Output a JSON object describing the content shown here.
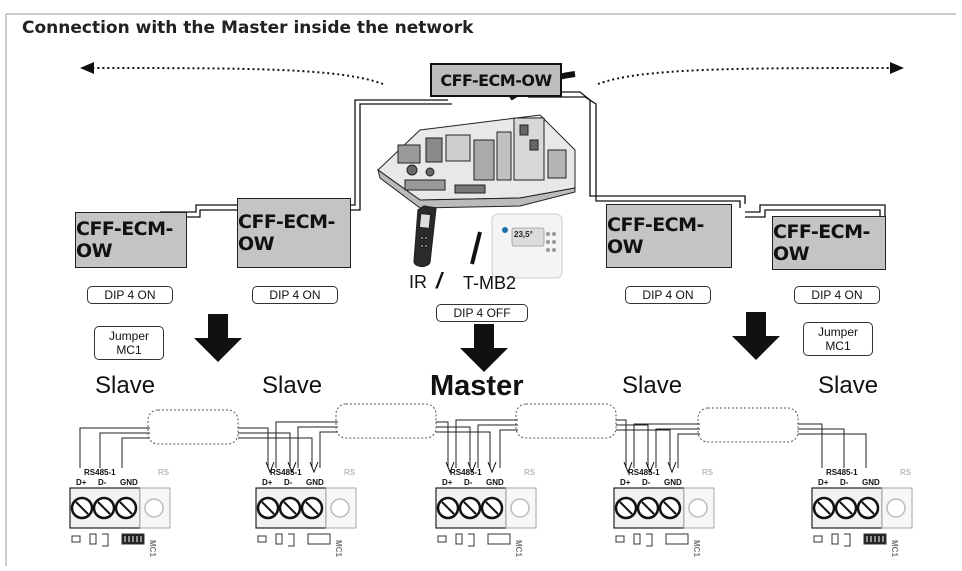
{
  "title": "Connection with the Master inside the network",
  "top_unit": "CFF-ECM-OW",
  "units": [
    {
      "name": "CFF-ECM-OW",
      "dip": "DIP 4 ON",
      "jumper": "Jumper\nMC1",
      "role": "Slave"
    },
    {
      "name": "CFF-ECM-OW",
      "dip": "DIP 4 ON",
      "jumper": "",
      "role": "Slave"
    },
    {
      "name": "",
      "dip": "DIP 4 OFF",
      "jumper": "",
      "role": "Master"
    },
    {
      "name": "CFF-ECM-OW",
      "dip": "DIP 4 ON",
      "jumper": "",
      "role": "Slave"
    },
    {
      "name": "CFF-ECM-OW",
      "dip": "DIP 4 ON",
      "jumper": "Jumper\nMC1",
      "role": "Slave"
    }
  ],
  "controllers": {
    "ir": "IR",
    "slash": "/",
    "tmb2": "T-MB2",
    "display": "23,5°"
  },
  "terminal": {
    "header": "RS485-1",
    "pins": [
      "D+",
      "D-",
      "GND"
    ],
    "extra": "RS",
    "mc": "MC1"
  }
}
